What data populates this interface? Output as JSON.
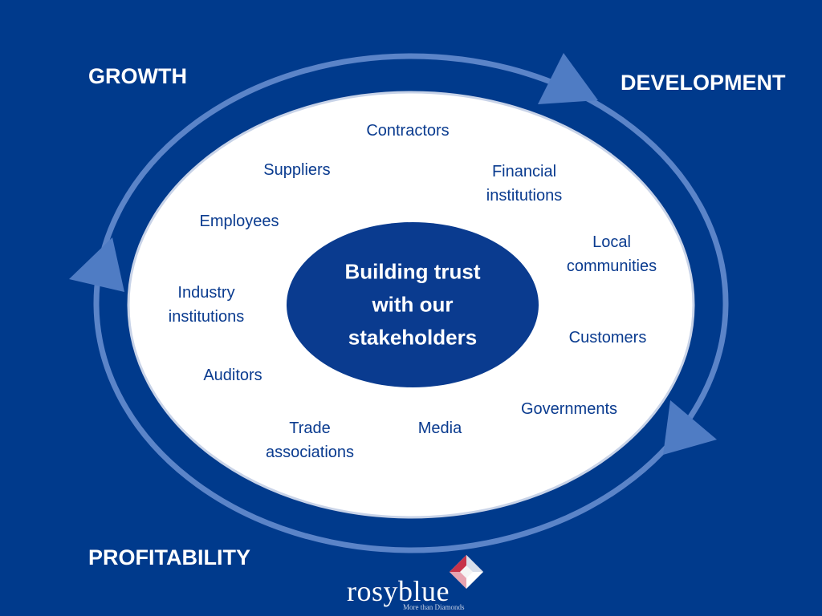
{
  "corners": {
    "growth": "GROWTH",
    "development": "DEVELOPMENT",
    "profitability": "PROFITABILITY"
  },
  "center": {
    "text": "Building trust\nwith our\nstakeholders"
  },
  "stakeholders": [
    "Contractors",
    "Suppliers",
    "Financial\ninstitutions",
    "Employees",
    "Local\ncommunities",
    "Industry\ninstitutions",
    "Customers",
    "Auditors",
    "Governments",
    "Trade\nassociations",
    "Media"
  ],
  "logo": {
    "name": "rosyblue",
    "tagline": "More than Diamonds"
  },
  "colors": {
    "background": "#003a8c",
    "ring": "#5b84c8",
    "center_fill": "#0a3b8f",
    "stakeholder_text": "#0a3b8f"
  }
}
